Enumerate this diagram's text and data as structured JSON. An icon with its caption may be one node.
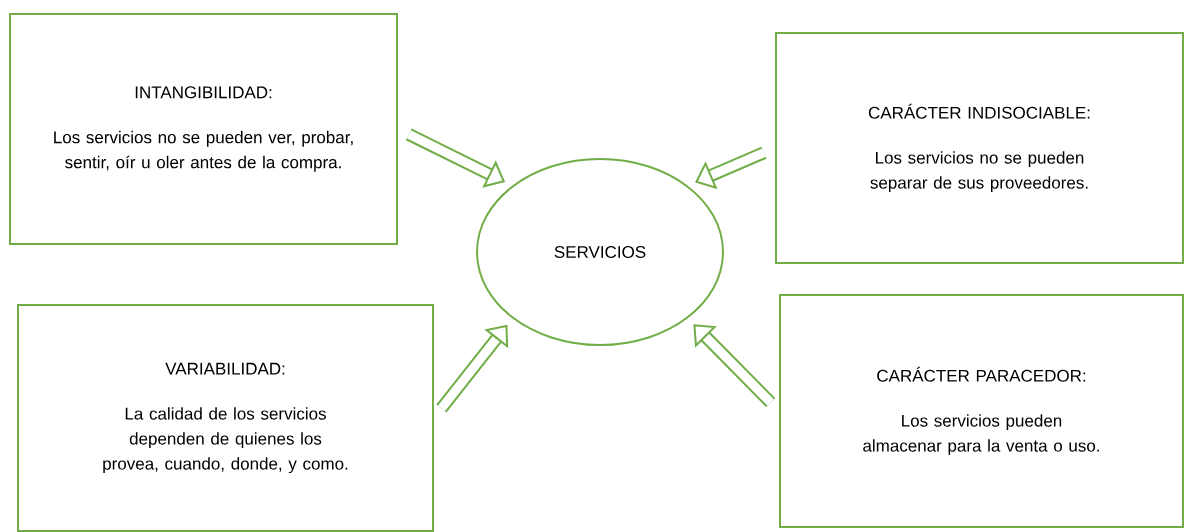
{
  "diagram": {
    "nodes": [
      {
        "text": [
          "INTANGIBILIDAD:",
          "Los servicios no se pueden ver, probar, sentir, oír u oler antes de la compra."
        ]
      },
      {
        "text": [
          "CARÁCTER INDISOCIABLE:",
          "Los servicios no se pueden separar de sus proveedores."
        ]
      },
      {
        "text": [
          "SERVICIOS"
        ]
      },
      {
        "text": [
          "VARIABILIDAD:",
          "La calidad de los servicios dependen de quienes los provea, cuando, donde, y como."
        ]
      },
      {
        "text": [
          "CARÁCTER PARACEDOR:",
          "Los servicios pueden almacenar para la venta o uso."
        ]
      }
    ],
    "edges": [
      {
        "from": 0,
        "to": 2,
        "arrow": "to"
      },
      {
        "from": 1,
        "to": 2,
        "arrow": "to"
      },
      {
        "from": 3,
        "to": 2,
        "arrow": "to"
      },
      {
        "from": 4,
        "to": 2,
        "arrow": "to"
      }
    ]
  }
}
